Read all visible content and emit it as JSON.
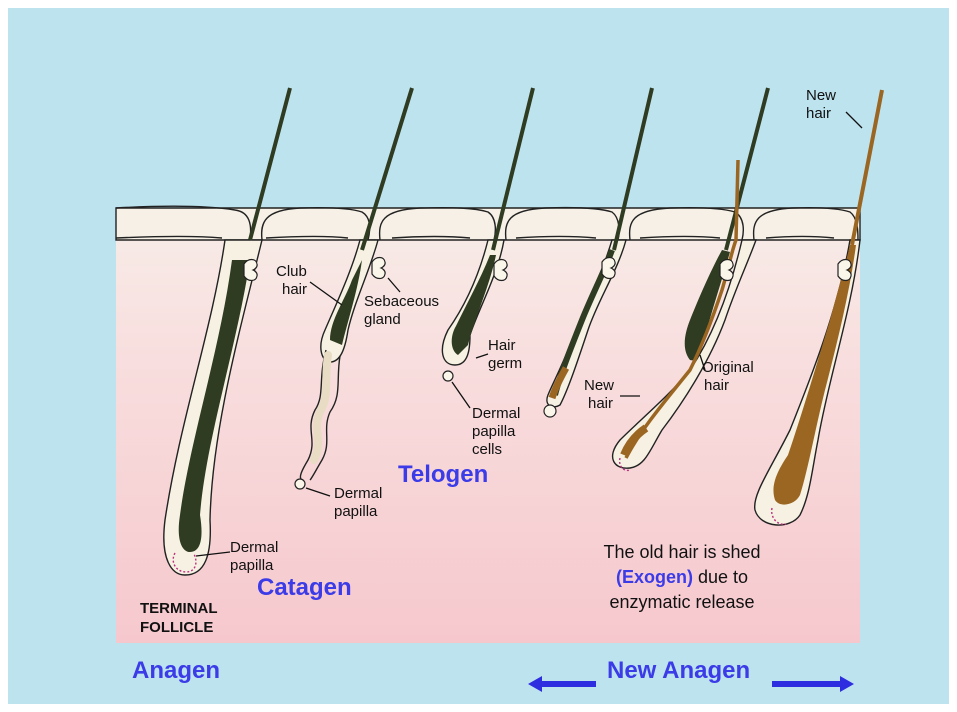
{
  "colors": {
    "background": "#bde3ef",
    "skin_top": "#f5f0ea",
    "skin_bottom": "#f6c6cc",
    "sheath": "#f5f0e0",
    "hair_dark": "#2e3b21",
    "hair_new": "#9b6622",
    "accent": "#3b3be8",
    "arrow": "#2e2ee0"
  },
  "stages": {
    "anagen": "Anagen",
    "catagen": "Catagen",
    "telogen": "Telogen",
    "new_anagen": "New Anagen"
  },
  "labels": {
    "terminal_line1": "TERMINAL",
    "terminal_line2": "FOLLICLE",
    "dermal_papilla_1a": "Dermal",
    "dermal_papilla_1b": "papilla",
    "dermal_papilla_2a": "Dermal",
    "dermal_papilla_2b": "papilla",
    "club_hair_a": "Club",
    "club_hair_b": "hair",
    "sebaceous_a": "Sebaceous",
    "sebaceous_b": "gland",
    "hair_germ_a": "Hair",
    "hair_germ_b": "germ",
    "dp_cells_a": "Dermal",
    "dp_cells_b": "papilla",
    "dp_cells_c": "cells",
    "new_hair_a": "New",
    "new_hair_b": "hair",
    "original_hair_a": "Original",
    "original_hair_b": "hair",
    "new_hair_top_a": "New",
    "new_hair_top_b": "hair"
  },
  "note": {
    "line1": "The old hair is shed",
    "line2_accent": "(Exogen)",
    "line2_rest": " due to",
    "line3": "enzymatic release"
  }
}
